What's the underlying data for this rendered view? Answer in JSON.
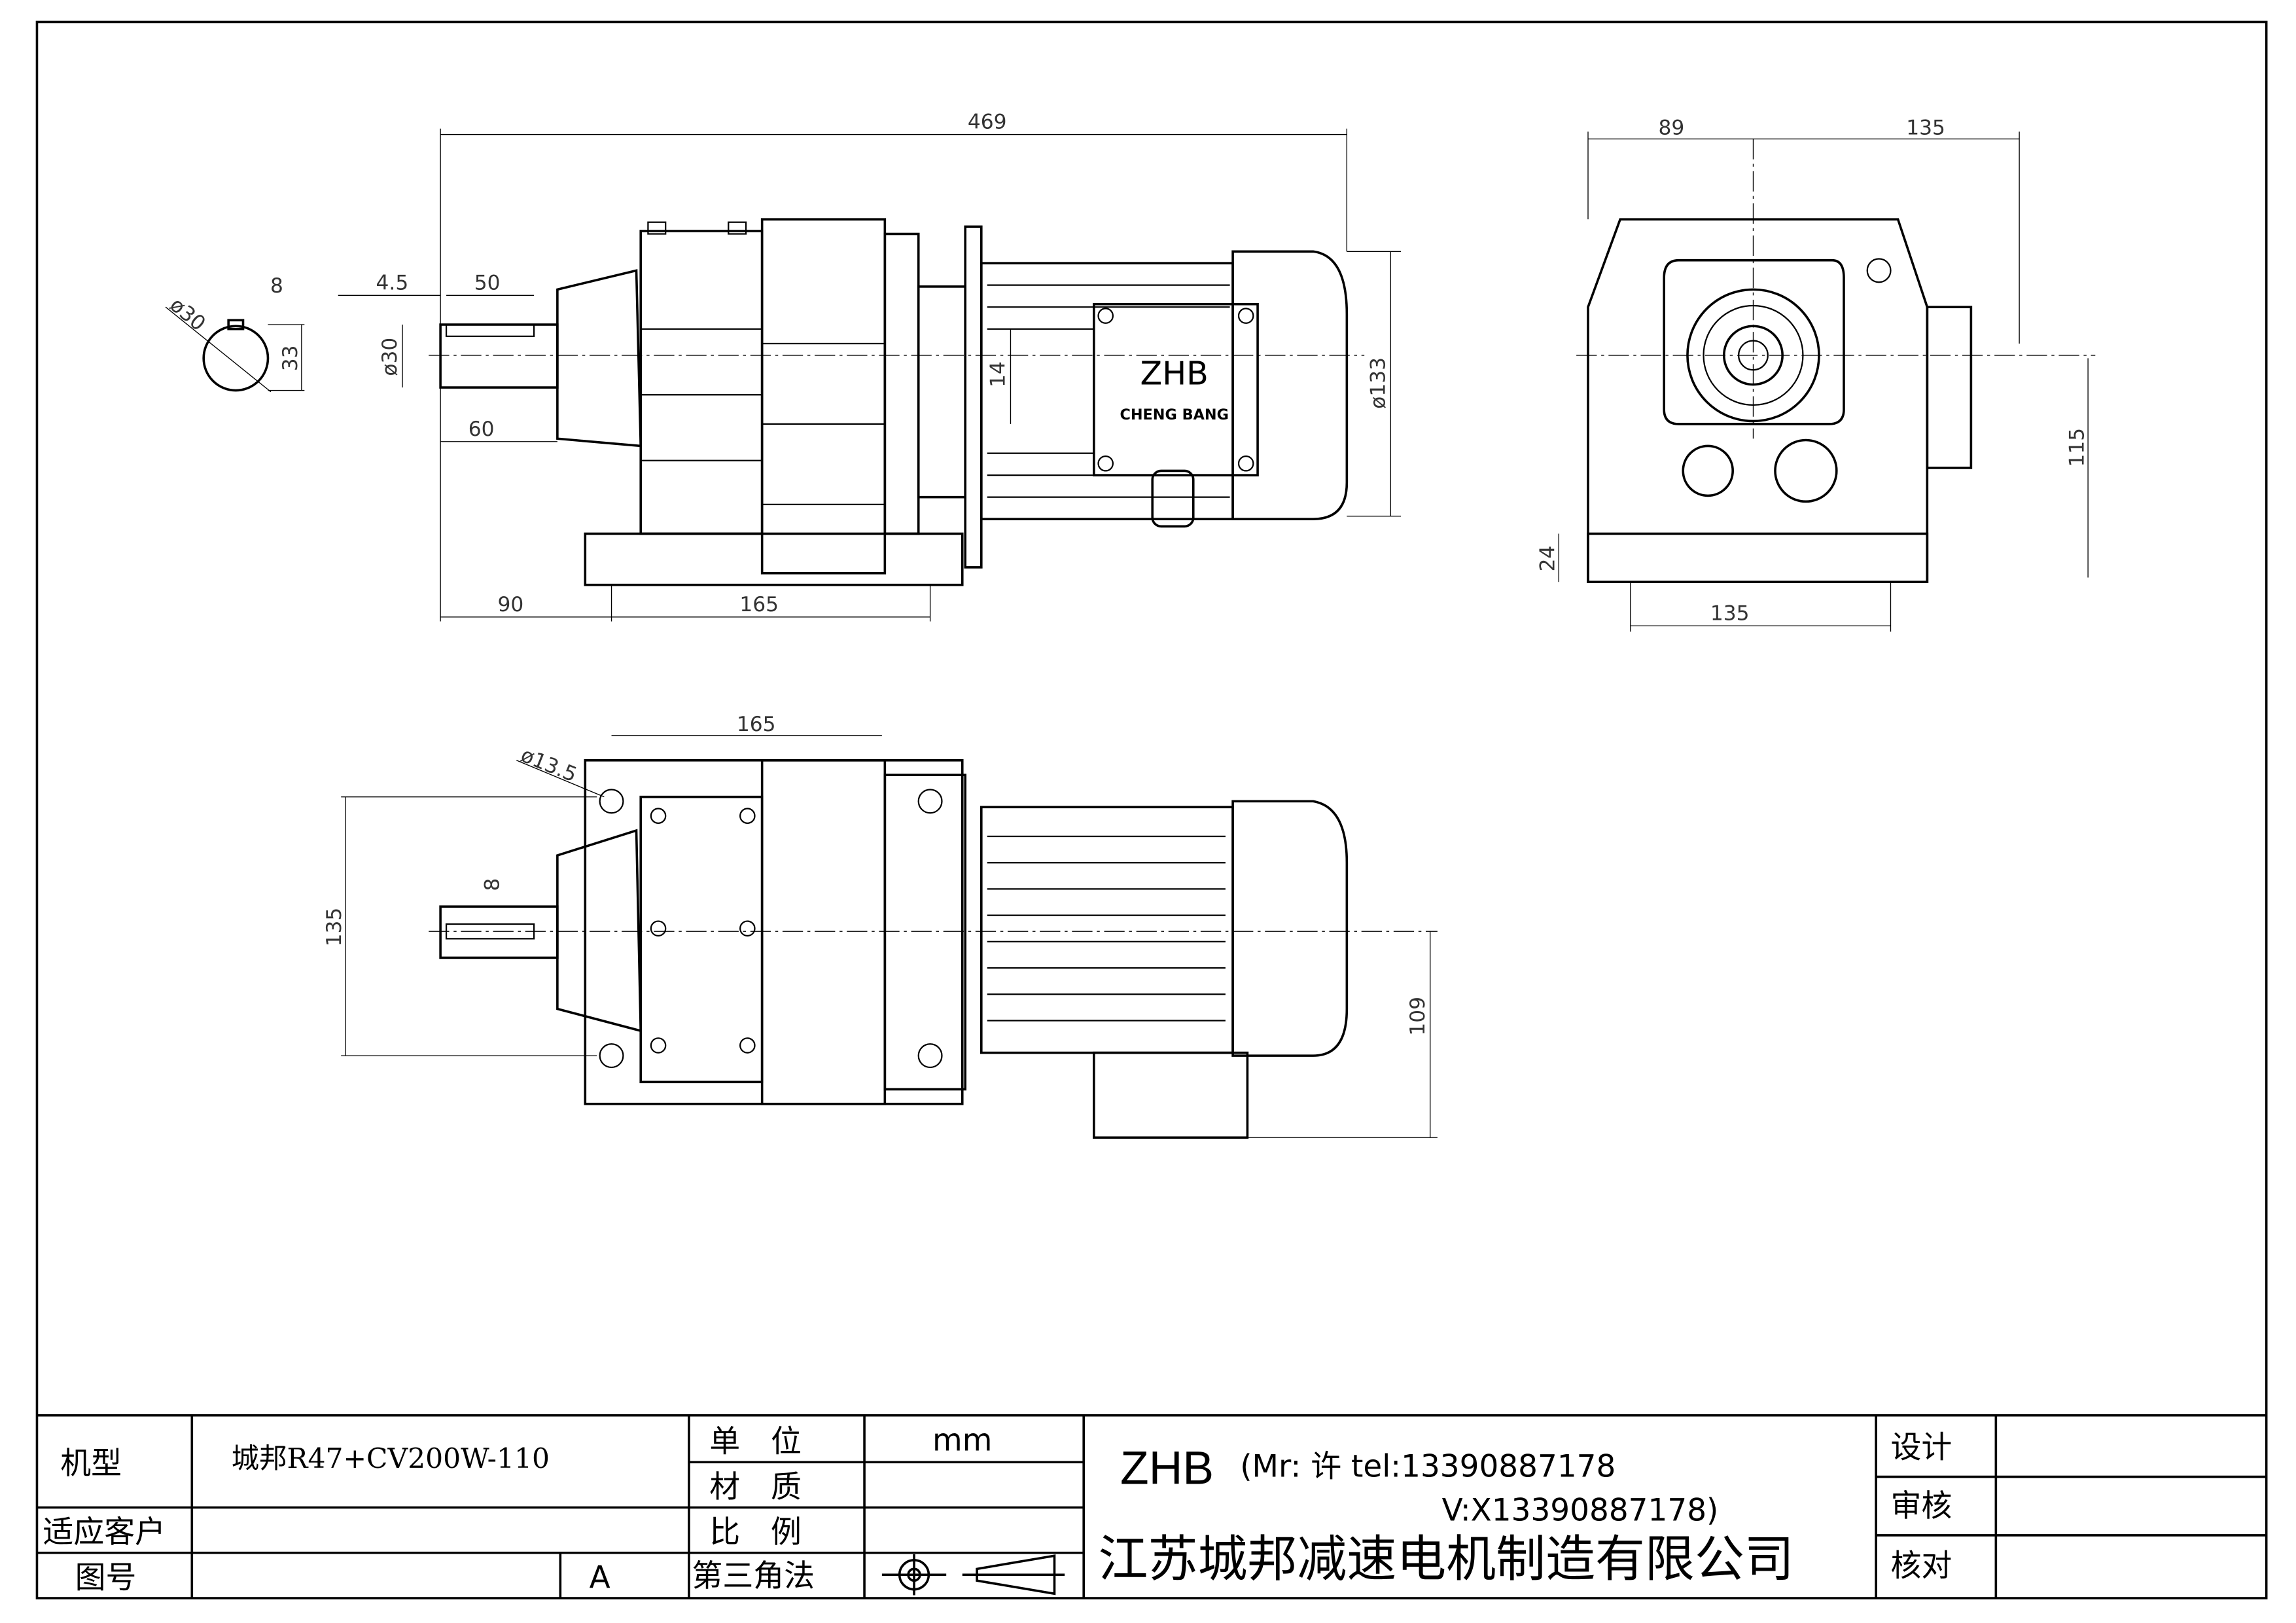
{
  "front_view": {
    "dims": {
      "overall_length": "469",
      "shaft_offset": "4.5",
      "key_length": "50",
      "shaft_length": "60",
      "foot_offset": "90",
      "foot_spacing": "165",
      "motor_diameter": "ø133",
      "centre_offset": "14"
    },
    "nameplate": {
      "brand": "ZHB",
      "subtitle": "CHENG BANG"
    }
  },
  "shaft_section": {
    "diameter": "ø30",
    "key_width": "8",
    "key_height": "33"
  },
  "shaft_diameter_label": "ø30",
  "side_view": {
    "dims": {
      "left_width": "89",
      "right_width": "135",
      "center_height": "115",
      "foot_height": "24",
      "foot_width": "135"
    }
  },
  "top_view": {
    "dims": {
      "foot_spacing": "165",
      "hole_diameter": "ø13.5",
      "key_width": "8",
      "foot_depth": "135",
      "box_offset": "109"
    }
  },
  "title_block": {
    "model_label": "机型",
    "model_value": "城邦R47+CV200W-110",
    "customer_label": "适应客户",
    "customer_value": "",
    "drawing_no_label": "图号",
    "drawing_no_value": "",
    "revision": "A",
    "unit_label": "单　位",
    "unit_value": "mm",
    "material_label": "材　质",
    "material_value": "",
    "scale_label": "比　例",
    "scale_value": "",
    "projection_label": "第三角法",
    "brand": "ZHB",
    "contact_line1": "(Mr: 许 tel:13390887178",
    "contact_line2": "V:X13390887178)",
    "company": "江苏城邦减速电机制造有限公司",
    "design_label": "设计",
    "review_label": "审核",
    "check_label": "核对"
  }
}
